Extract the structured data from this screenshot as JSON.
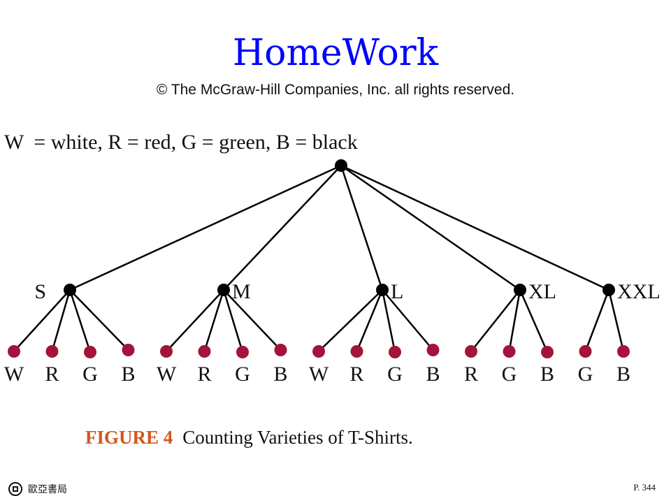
{
  "title": "HomeWork",
  "copyright": "© The McGraw-Hill Companies, Inc. all rights reserved.",
  "legend": {
    "key": "W",
    "text": "= white, R = red, G = green, B = black"
  },
  "tree": {
    "root": "",
    "sizes": [
      {
        "label": "S",
        "colors": [
          "W",
          "R",
          "G",
          "B"
        ]
      },
      {
        "label": "M",
        "colors": [
          "W",
          "R",
          "G",
          "B"
        ]
      },
      {
        "label": "L",
        "colors": [
          "W",
          "R",
          "G",
          "B"
        ]
      },
      {
        "label": "XL",
        "colors": [
          "R",
          "G",
          "B"
        ]
      },
      {
        "label": "XXL",
        "colors": [
          "G",
          "B"
        ]
      }
    ]
  },
  "colors": {
    "title": "#0000ff",
    "figure_label": "#d4561a",
    "internal_node": "#000000",
    "leaf_node": "#a3133a"
  },
  "caption": {
    "figure": "FIGURE 4",
    "text": "Counting Varieties of T-Shirts."
  },
  "publisher": "歐亞書局",
  "page_number": "P. 344"
}
